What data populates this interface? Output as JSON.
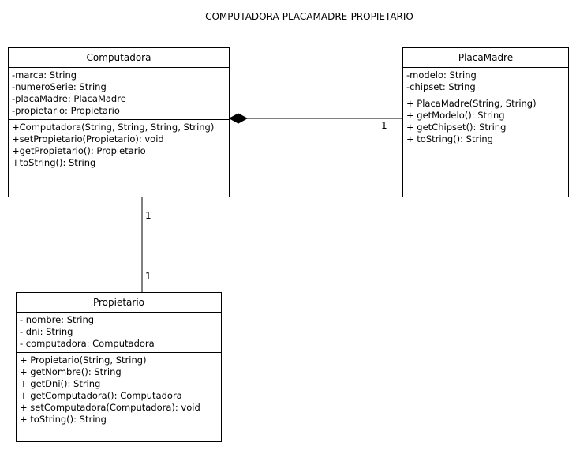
{
  "diagram": {
    "title": "COMPUTADORA-PLACAMADRE-PROPIETARIO",
    "classes": {
      "computadora": {
        "name": "Computadora",
        "attributes": [
          "-marca: String",
          "-numeroSerie: String",
          "-placaMadre: PlacaMadre",
          "-propietario: Propietario"
        ],
        "operations": [
          "+Computadora(String, String, String, String)",
          "+setPropietario(Propietario): void",
          "+getPropietario(): Propietario",
          "+toString(): String"
        ]
      },
      "placamadre": {
        "name": "PlacaMadre",
        "attributes": [
          "-modelo: String",
          "-chipset: String"
        ],
        "operations": [
          "+ PlacaMadre(String, String)",
          "+ getModelo(): String",
          "+ getChipset(): String",
          "+ toString(): String"
        ]
      },
      "propietario": {
        "name": "Propietario",
        "attributes": [
          "- nombre: String",
          "- dni: String",
          "- computadora: Computadora"
        ],
        "operations": [
          "+ Propietario(String, String)",
          "+ getNombre(): String",
          "+ getDni(): String",
          "+ getComputadora(): Computadora",
          "+ setComputadora(Computadora): void",
          "+ toString(): String"
        ]
      }
    },
    "relations": {
      "composition": {
        "target_multiplicity": "1"
      },
      "association": {
        "source_multiplicity": "1",
        "target_multiplicity": "1"
      }
    }
  }
}
